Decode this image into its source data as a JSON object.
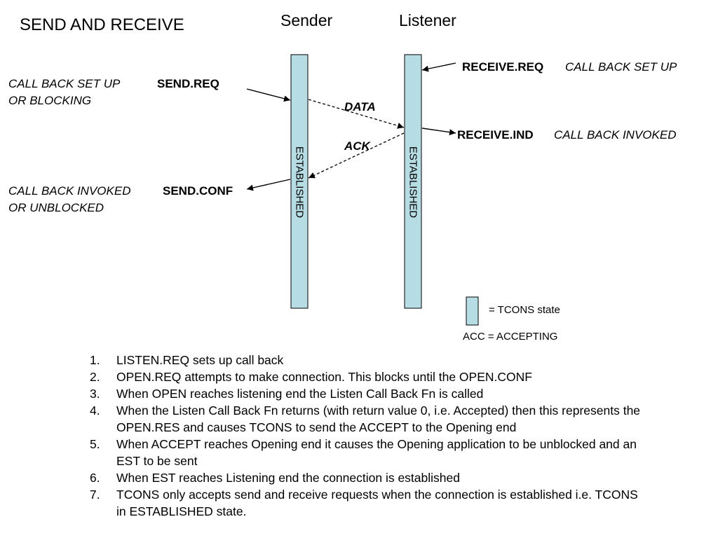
{
  "title": "SEND AND RECEIVE",
  "columns": {
    "sender": "Sender",
    "listener": "Listener"
  },
  "bar_label": "ESTABLISHED",
  "left": {
    "send_req": "SEND.REQ",
    "send_req_note_1": "CALL BACK SET UP",
    "send_req_note_2": "OR BLOCKING",
    "send_conf": "SEND.CONF",
    "send_conf_note_1": "CALL BACK INVOKED",
    "send_conf_note_2": "OR UNBLOCKED"
  },
  "right": {
    "receive_req": "RECEIVE.REQ",
    "receive_req_note": "CALL BACK SET UP",
    "receive_ind": "RECEIVE.IND",
    "receive_ind_note": "CALL BACK INVOKED"
  },
  "messages": {
    "data": "DATA",
    "ack": "ACK"
  },
  "legend": {
    "swatch_meaning": "= TCONS state",
    "acc": "ACC = ACCEPTING"
  },
  "colors": {
    "state_fill": "#b7dde4",
    "stroke": "#000000"
  },
  "notes": [
    {
      "num": "1.",
      "text": "LISTEN.REQ sets up call back"
    },
    {
      "num": "2.",
      "text": "OPEN.REQ attempts to make connection. This blocks until the OPEN.CONF"
    },
    {
      "num": "3.",
      "text": "When OPEN reaches listening end the Listen Call Back Fn is called"
    },
    {
      "num": "4.",
      "text": "When the Listen Call Back Fn returns (with return value 0, i.e. Accepted) then this represents the OPEN.RES and causes TCONS to send the ACCEPT to the Opening end"
    },
    {
      "num": "5.",
      "text": "When ACCEPT reaches Opening end it causes the Opening application to be unblocked and an EST to be sent"
    },
    {
      "num": "6.",
      "text": "When EST reaches Listening end the connection is established"
    },
    {
      "num": "7.",
      "text": "TCONS only accepts send and receive requests when the connection is established i.e. TCONS in ESTABLISHED state."
    }
  ]
}
